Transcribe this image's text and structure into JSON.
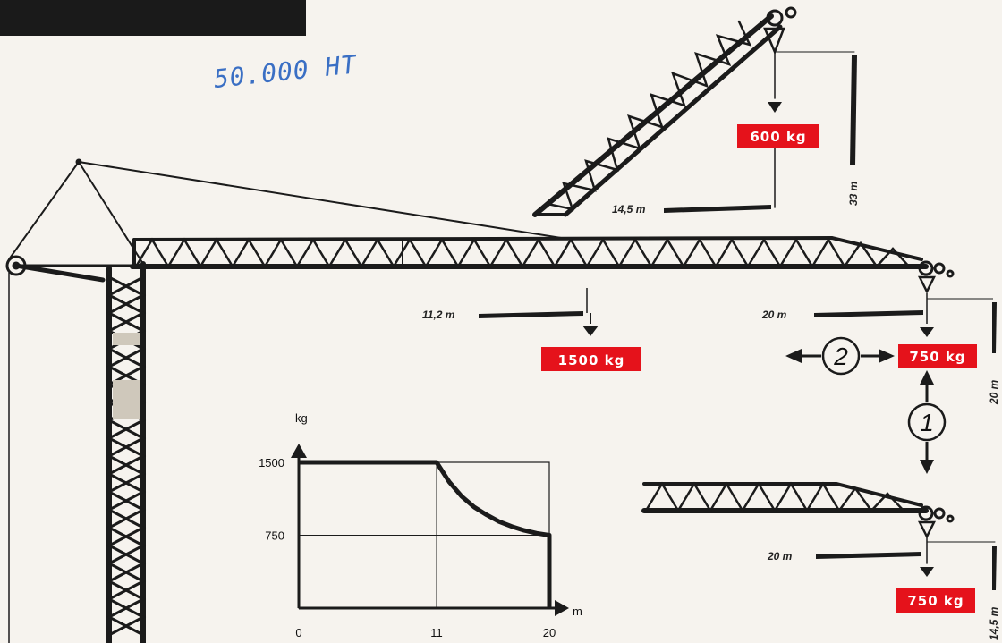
{
  "handwritten_note": "50.000 HT",
  "dimensions": {
    "luffed_radius": "14,5 m",
    "luffed_height": "33 m",
    "mid_radius": "11,2 m",
    "tip_radius": "20 m",
    "tip_height": "20 m",
    "lowered_radius": "20 m",
    "lowered_height": "14,5 m"
  },
  "load_tags": {
    "luffed": "600 kg",
    "mid": "1500 kg",
    "tip": "750 kg",
    "lowered": "750 kg"
  },
  "motions": {
    "horizontal": "2",
    "vertical": "1"
  },
  "colors": {
    "tag": "#e5121b",
    "steel": "#1b1b1b",
    "paper": "#f6f3ee",
    "ink_note": "#3a6fc4"
  },
  "chart_data": {
    "type": "line",
    "ylabel": "kg",
    "xlabel": "m",
    "xticks": [
      0,
      11,
      20
    ],
    "yticks": [
      1500,
      750
    ],
    "xlim": [
      0,
      20
    ],
    "ylim": [
      0,
      1500
    ],
    "grid": true,
    "series": [
      {
        "x": [
          0,
          11,
          12,
          13,
          14,
          15,
          16,
          17,
          18,
          19,
          20,
          20
        ],
        "y": [
          1500,
          1500,
          1300,
          1150,
          1040,
          960,
          890,
          840,
          800,
          770,
          750,
          0
        ]
      }
    ]
  }
}
